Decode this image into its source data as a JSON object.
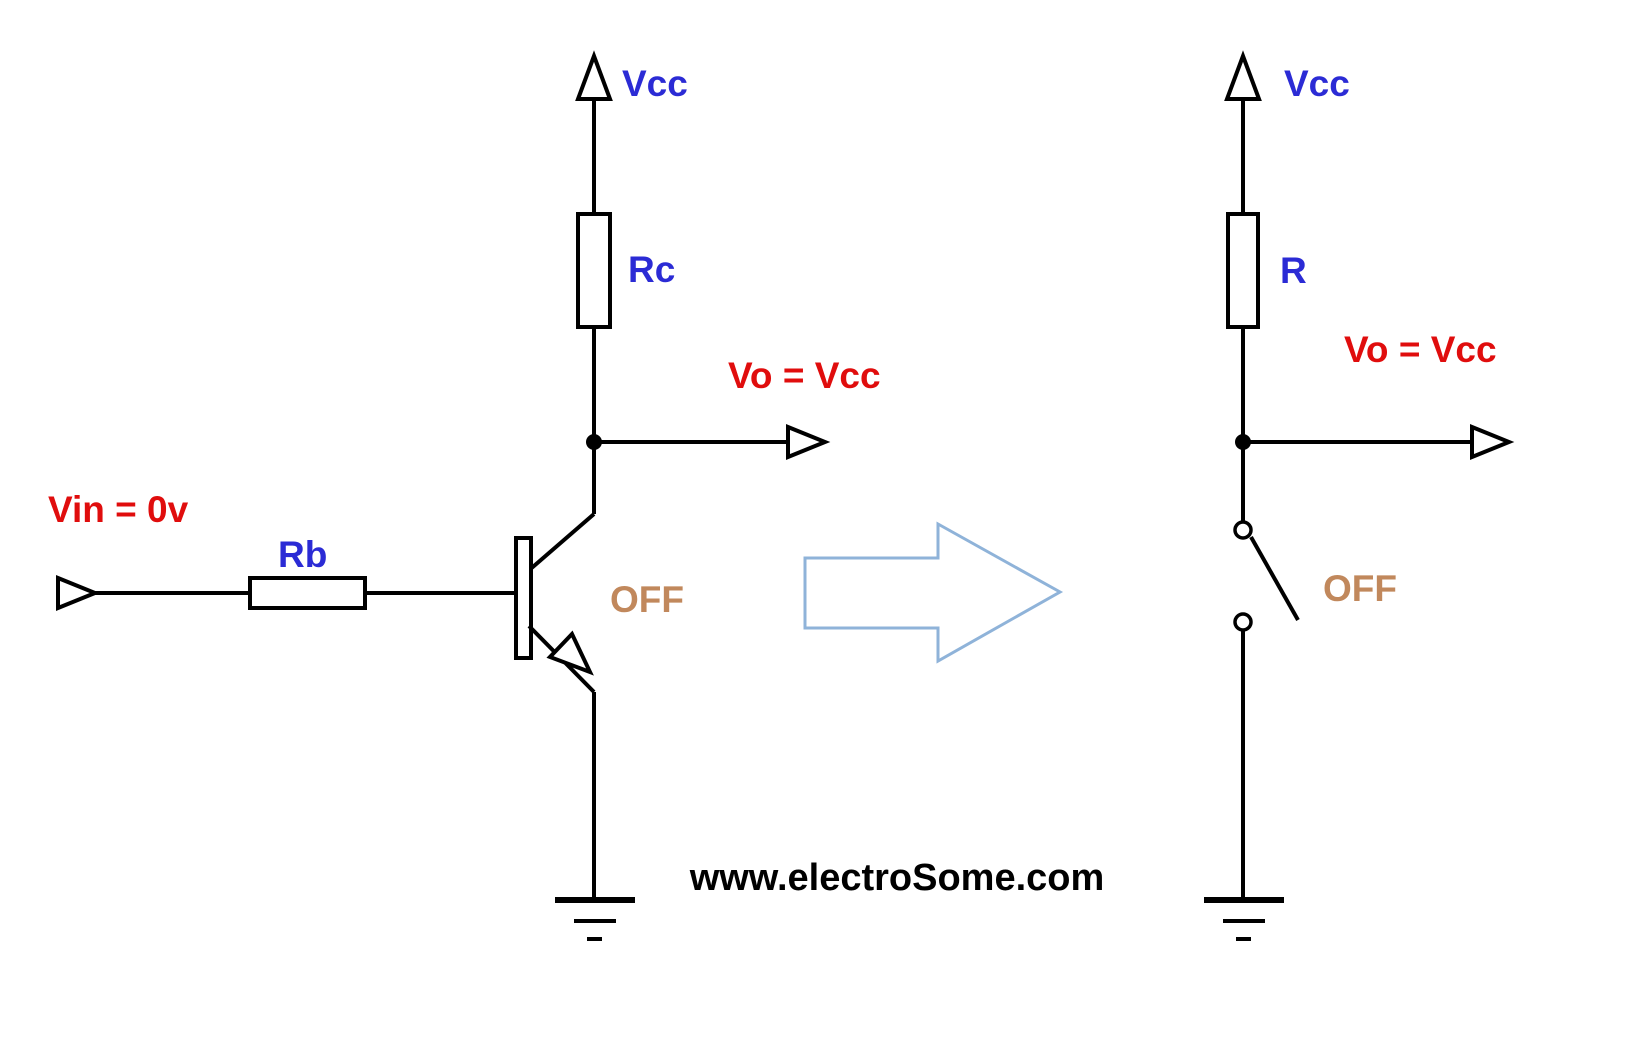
{
  "diagram": {
    "left_circuit": {
      "vcc_label": "Vcc",
      "rc_label": "Rc",
      "vo_label": "Vo = Vcc",
      "vin_label": "Vin = 0v",
      "rb_label": "Rb",
      "state_label": "OFF"
    },
    "right_circuit": {
      "vcc_label": "Vcc",
      "r_label": "R",
      "vo_label": "Vo = Vcc",
      "state_label": "OFF"
    },
    "watermark": "www.electroSome.com"
  },
  "colors": {
    "label_blue": "#2b2bd5",
    "label_red": "#e00d0d",
    "label_tan": "#c1885c",
    "wire_black": "#000000",
    "block_arrow_blue": "#8fb3d9"
  }
}
